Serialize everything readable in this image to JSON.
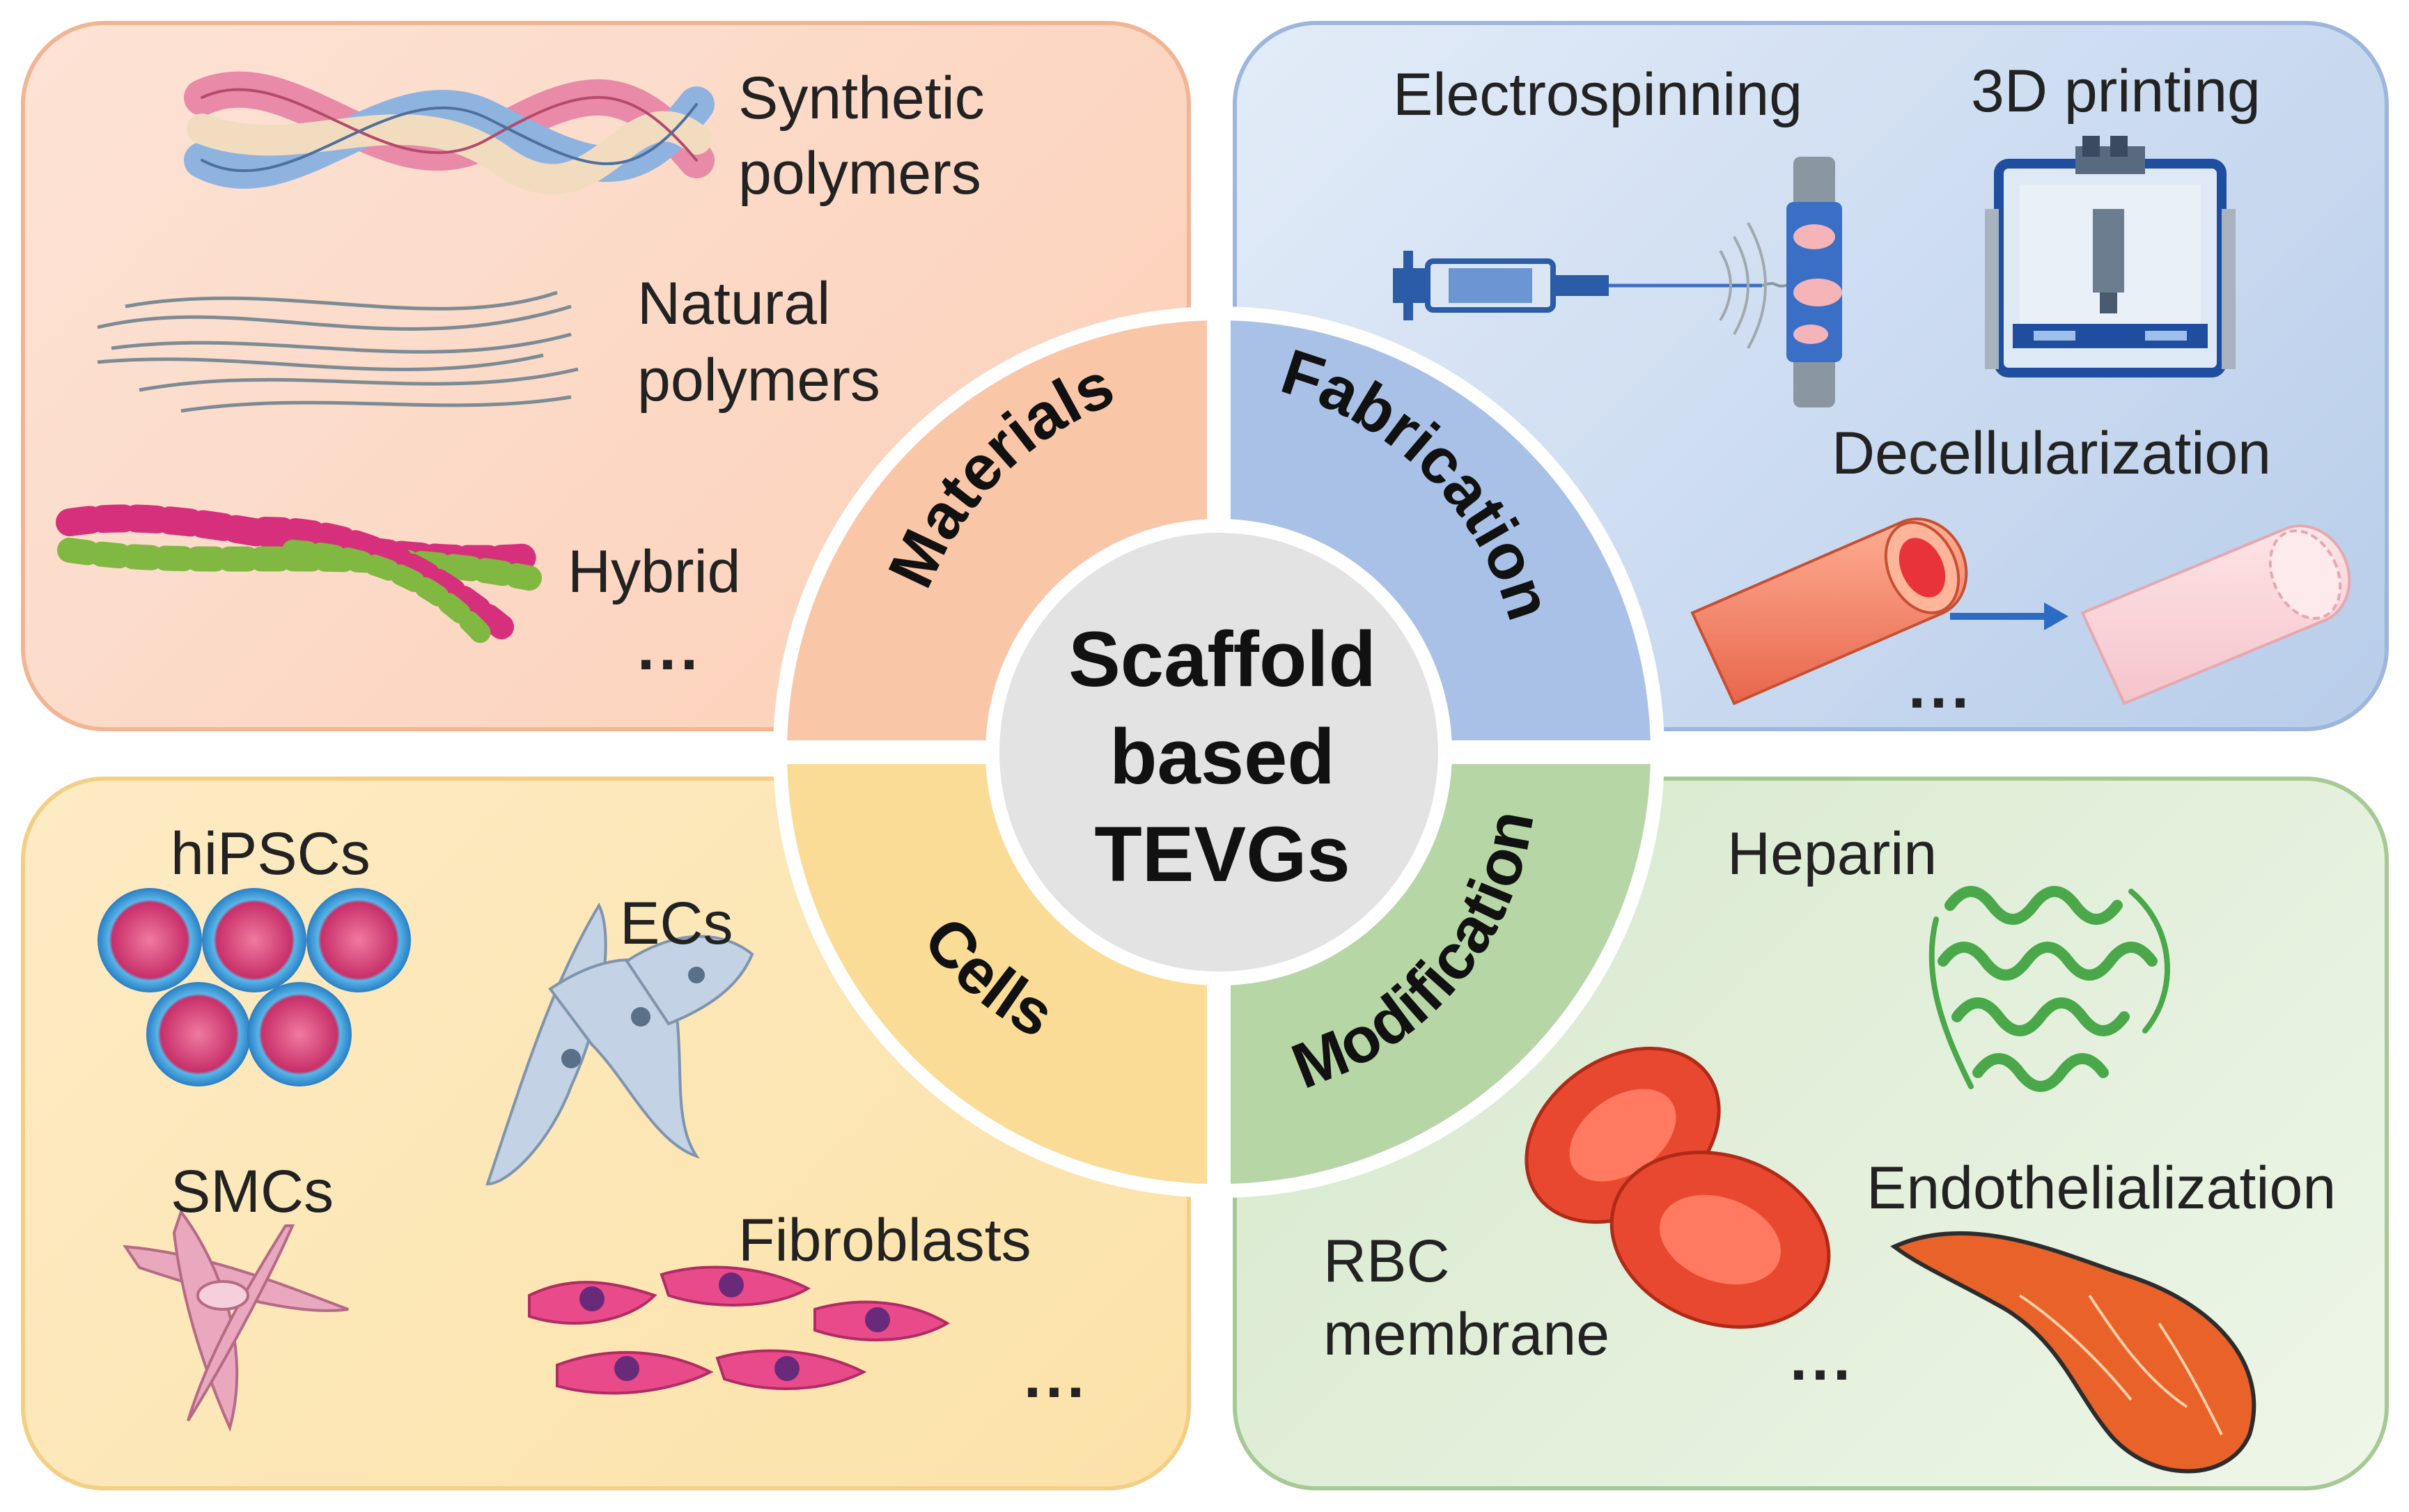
{
  "center": {
    "line1": "Scaffold",
    "line2": "based",
    "line3": "TEVGs"
  },
  "quadrants": {
    "materials": {
      "title": "Materials",
      "color": "#f9c6a8",
      "items": {
        "synthetic_1": "Synthetic",
        "synthetic_2": "polymers",
        "natural_1": "Natural",
        "natural_2": "polymers",
        "hybrid": "Hybrid",
        "more": "..."
      }
    },
    "fabrication": {
      "title": "Fabrication",
      "color": "#a9c1e6",
      "items": {
        "electrospinning": "Electrospinning",
        "printing": "3D printing",
        "decell": "Decellularization",
        "more": "..."
      }
    },
    "cells": {
      "title": "Cells",
      "color": "#fbdc96",
      "items": {
        "hipscs": "hiPSCs",
        "ecs": "ECs",
        "smcs": "SMCs",
        "fibroblasts": "Fibroblasts",
        "more": "..."
      }
    },
    "modification": {
      "title": "Modification",
      "color": "#b7d6a6",
      "items": {
        "heparin": "Heparin",
        "endo": "Endothelialization",
        "rbc_1": "RBC",
        "rbc_2": "membrane",
        "more": "..."
      }
    }
  }
}
